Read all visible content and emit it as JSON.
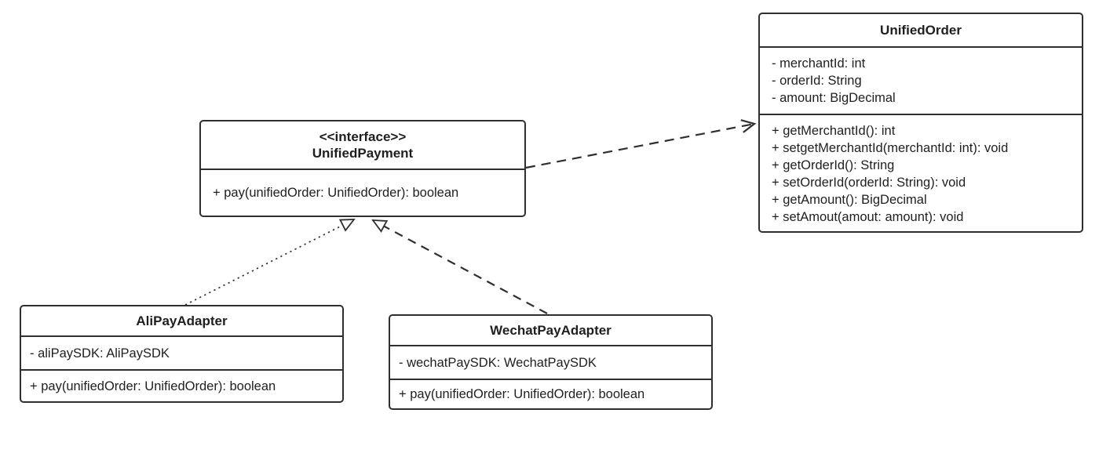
{
  "diagram": {
    "kind": "uml-class-diagram",
    "background": "#ffffff",
    "stroke_color": "#2f2f2f",
    "text_color": "#1f1f1f"
  },
  "classes": {
    "unifiedOrder": {
      "title": "UnifiedOrder",
      "attributes": [
        "- merchantId: int",
        "- orderId: String",
        "- amount: BigDecimal"
      ],
      "methods": [
        "+ getMerchantId(): int",
        "+ setgetMerchantId(merchantId: int): void",
        "+ getOrderId(): String",
        "+ setOrderId(orderId: String): void",
        "+ getAmount(): BigDecimal",
        "+ setAmout(amout: amount): void"
      ]
    },
    "unifiedPayment": {
      "stereotype": "<<interface>>",
      "title": "UnifiedPayment",
      "methods": [
        "+ pay(unifiedOrder: UnifiedOrder): boolean"
      ]
    },
    "aliPayAdapter": {
      "title": "AliPayAdapter",
      "attributes": [
        "- aliPaySDK: AliPaySDK"
      ],
      "methods": [
        "+ pay(unifiedOrder: UnifiedOrder): boolean"
      ]
    },
    "wechatPayAdapter": {
      "title": "WechatPayAdapter",
      "attributes": [
        "- wechatPaySDK: WechatPaySDK"
      ],
      "methods": [
        "+ pay(unifiedOrder: UnifiedOrder): boolean"
      ]
    }
  },
  "relationships": [
    {
      "from": "UnifiedPayment",
      "to": "UnifiedOrder",
      "type": "dependency",
      "line_style": "dashed",
      "arrowhead": "open"
    },
    {
      "from": "AliPayAdapter",
      "to": "UnifiedPayment",
      "type": "realization",
      "line_style": "dotted",
      "arrowhead": "hollow-triangle"
    },
    {
      "from": "WechatPayAdapter",
      "to": "UnifiedPayment",
      "type": "realization",
      "line_style": "dashed",
      "arrowhead": "hollow-triangle"
    }
  ]
}
